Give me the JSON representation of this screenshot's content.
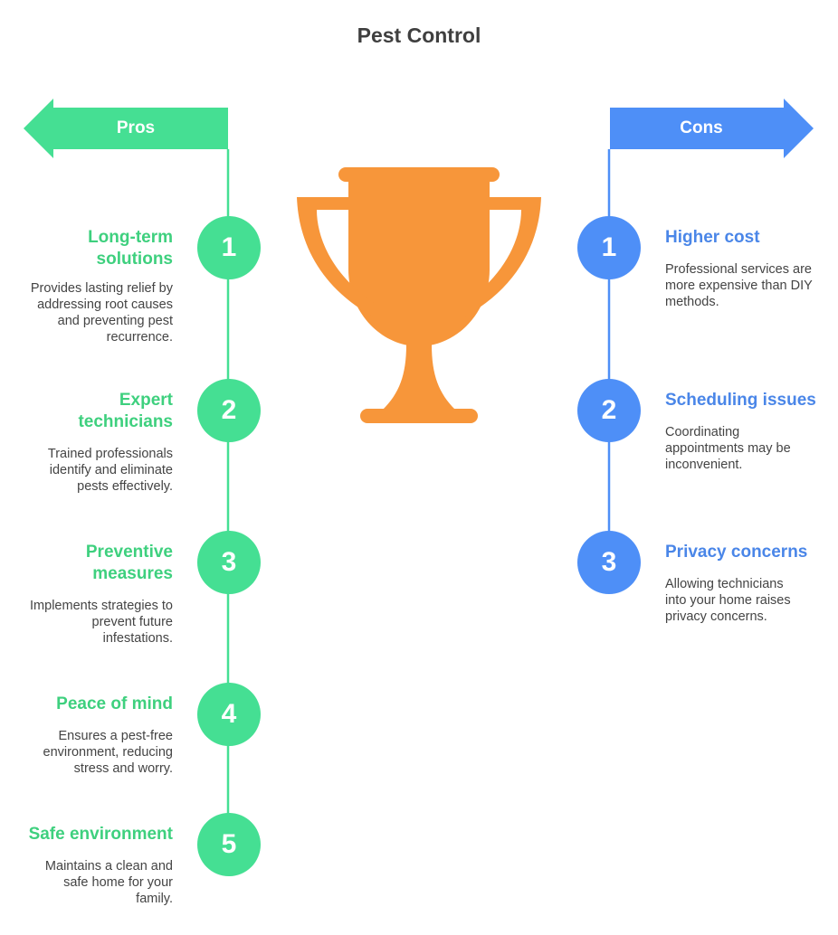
{
  "title": "Pest Control",
  "pros": {
    "label": "Pros",
    "color": "#45df93",
    "items": [
      {
        "number": "1",
        "title": "Long-term solutions",
        "desc": "Provides lasting relief by addressing root causes and preventing pest recurrence."
      },
      {
        "number": "2",
        "title": "Expert technicians",
        "desc": "Trained professionals identify and eliminate pests effectively."
      },
      {
        "number": "3",
        "title": "Preventive measures",
        "desc": "Implements strategies to prevent future infestations."
      },
      {
        "number": "4",
        "title": "Peace of mind",
        "desc": "Ensures a pest-free environment, reducing stress and worry."
      },
      {
        "number": "5",
        "title": "Safe environment",
        "desc": "Maintains a clean and safe home for your family."
      }
    ]
  },
  "cons": {
    "label": "Cons",
    "color": "#4e8ff7",
    "items": [
      {
        "number": "1",
        "title": "Higher cost",
        "desc": "Professional services are more expensive than DIY methods."
      },
      {
        "number": "2",
        "title": "Scheduling issues",
        "desc": "Coordinating appointments may be inconvenient."
      },
      {
        "number": "3",
        "title": "Privacy concerns",
        "desc": "Allowing technicians into your home raises privacy concerns."
      }
    ]
  },
  "trophy": {
    "icon": "trophy-icon",
    "color": "#f7963a"
  }
}
